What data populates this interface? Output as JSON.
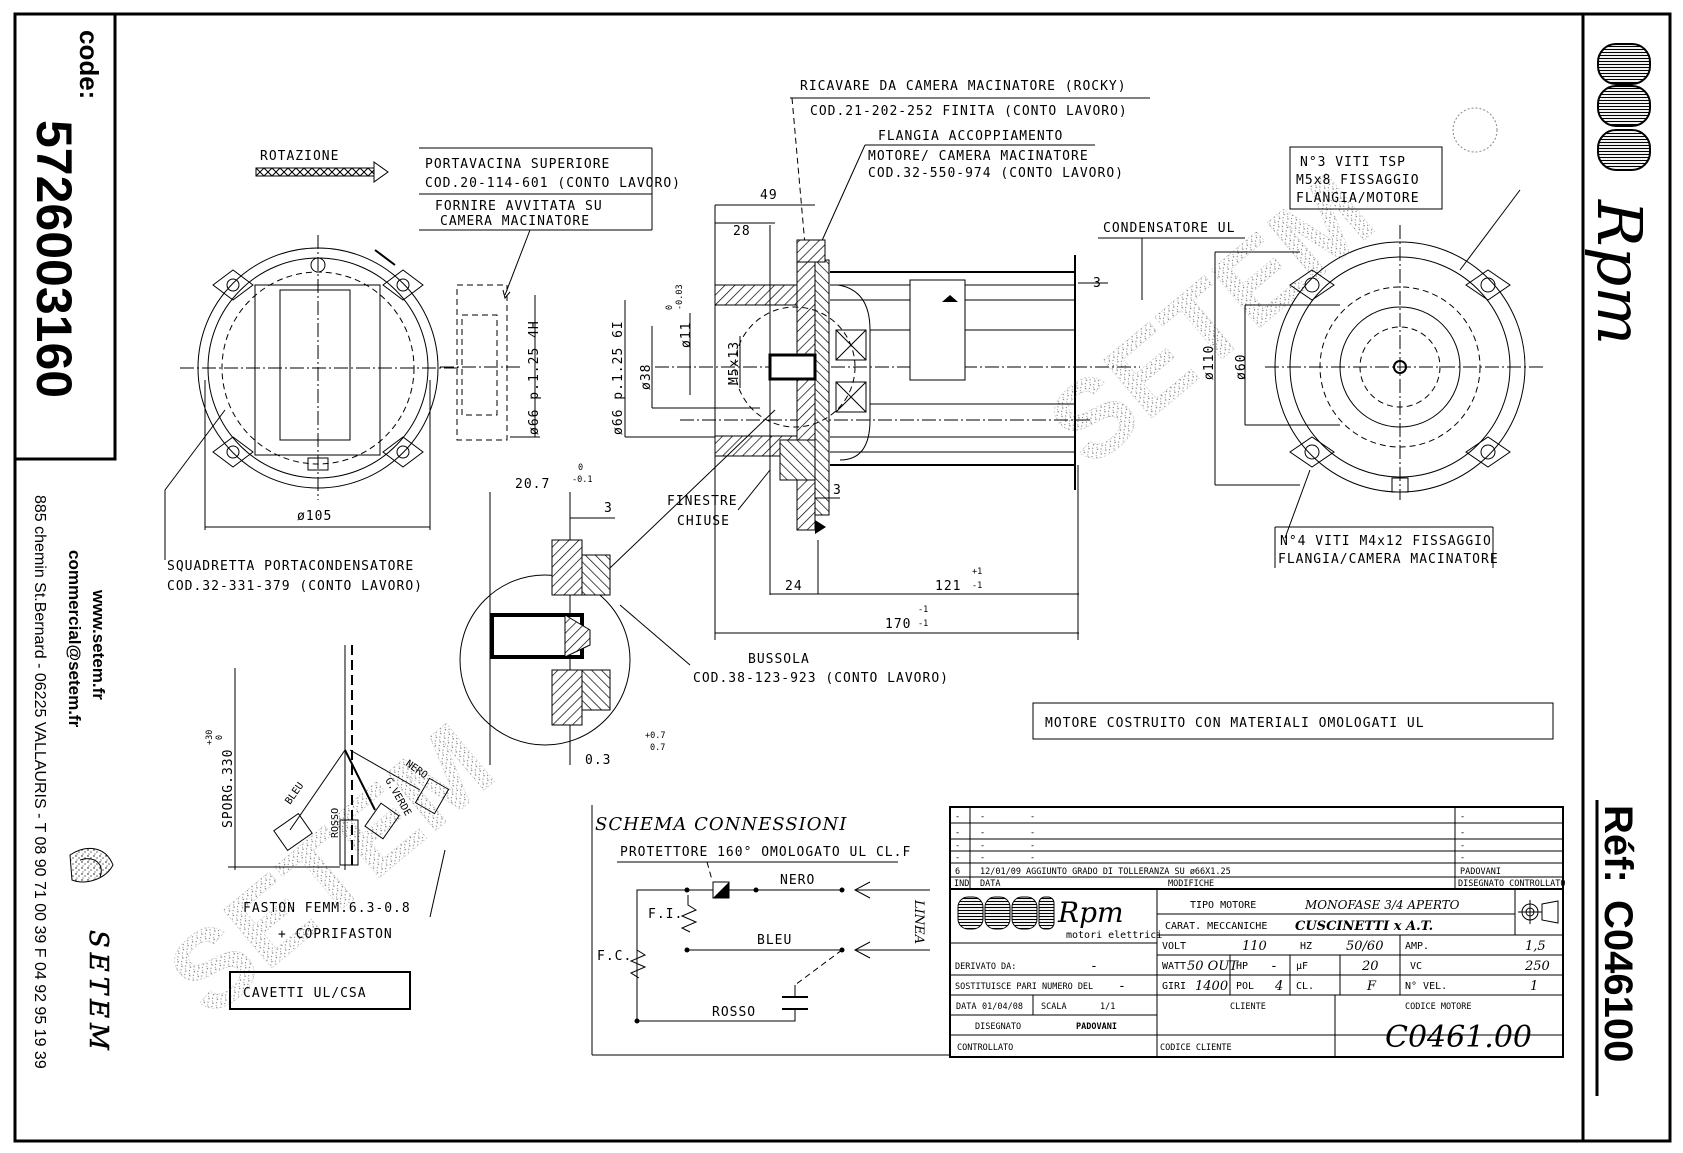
{
  "left_strip": {
    "code_label": "code:",
    "code_value": "5726003160",
    "website": "www.setem.fr",
    "email": "commercial@setem.fr",
    "address": "885 chemin St.Bernard  -  06225 VALLAURIS  -  T 08 90 71 00 39   F 04 92 95 19 39",
    "brand": "SETEM"
  },
  "right_strip": {
    "brand_logo": "Rpm",
    "ref_label": "Réf:",
    "ref_value": "C046100"
  },
  "annotations": {
    "rotation": "ROTAZIONE",
    "portavacina_1": "PORTAVACINA SUPERIORE",
    "portavacina_2": "COD.20-114-601 (CONTO LAVORO)",
    "portavacina_3": "FORNIRE AVVITATA SU",
    "portavacina_4": "CAMERA MACINATORE",
    "ricavare_1": "RICAVARE DA CAMERA MACINATORE (ROCKY)",
    "ricavare_2": "COD.21-202-252 FINITA (CONTO LAVORO)",
    "flangia_1": "FLANGIA ACCOPPIAMENTO",
    "flangia_2": "MOTORE/ CAMERA MACINATORE",
    "flangia_3": "COD.32-550-974 (CONTO LAVORO)",
    "condensatore": "CONDENSATORE UL",
    "viti3_1": "N°3 VITI TSP",
    "viti3_2": "M5x8 FISSAGGIO",
    "viti3_3": "FLANGIA/MOTORE",
    "viti4_1": "N°4 VITI M4x12 FISSAGGIO",
    "viti4_2": "FLANGIA/CAMERA MACINATORE",
    "squadretta_1": "SQUADRETTA PORTACONDENSATORE",
    "squadretta_2": "COD.32-331-379 (CONTO LAVORO)",
    "finestre_1": "FINESTRE",
    "finestre_2": "CHIUSE",
    "bussola_1": "BUSSOLA",
    "bussola_2": "COD.38-123-923 (CONTO LAVORO)",
    "materials_note": "MOTORE COSTRUITO CON MATERIALI OMOLOGATI UL",
    "faston_1": "FASTON FEMM.6.3-0.8",
    "faston_2": "+ COPRIFASTON",
    "cavetti": "CAVETTI UL/CSA",
    "sporg": "SPORG.330",
    "sporg_tol_plus": "+30",
    "sporg_tol_minus": "0"
  },
  "dimensions": {
    "d105": "ø105",
    "d66_thread_a": "ø66 p.1.25 4H",
    "d66_thread_b": "ø66 p.1.25 6I",
    "d38": "ø38",
    "d11": "ø11",
    "d11_tol_plus": "0",
    "d11_tol_minus": "-0.03",
    "m5x13": "M5x13",
    "d110": "ø110",
    "d60": "ø60",
    "d49": "49",
    "d28": "28",
    "d3a": "3",
    "d3b": "3",
    "d3c": "3",
    "d24": "24",
    "d121": "121",
    "d121_tol_plus": "+1",
    "d121_tol_minus": "-1",
    "d170": "170",
    "d170_tol_plus": "-1",
    "d170_tol_minus": "-1",
    "d20_7": "20.7",
    "d20_7_tol_plus": "0",
    "d20_7_tol_minus": "-0.1",
    "d0_3": "0.3",
    "d0_3_tol_plus": "+0.7",
    "d0_3_tol_minus": "0.7",
    "wire_labels": [
      "BLEU",
      "ROSSO",
      "G.VERDE",
      "NERO"
    ]
  },
  "schema": {
    "title": "SCHEMA CONNESSIONI",
    "protector": "PROTETTORE 160° OMOLOGATO UL CL.F",
    "wire_nero": "NERO",
    "wire_bleu": "BLEU",
    "wire_rosso": "ROSSO",
    "fi": "F.I.",
    "fc": "F.C.",
    "linea": "LINEA"
  },
  "title_block": {
    "revisions": [
      {
        "ind": "-",
        "data": "-",
        "modifiche": "-",
        "disegnato": "-"
      },
      {
        "ind": "-",
        "data": "-",
        "modifiche": "-",
        "disegnato": "-"
      },
      {
        "ind": "-",
        "data": "-",
        "modifiche": "-",
        "disegnato": "-"
      },
      {
        "ind": "-",
        "data": "-",
        "modifiche": "-",
        "disegnato": "-"
      },
      {
        "ind": "6",
        "data": "12/01/09",
        "modifiche": "AGGIUNTO GRADO DI TOLLERANZA SU ø66X1.25",
        "disegnato": "PADOVANI"
      }
    ],
    "headers": {
      "ind": "IND",
      "data": "DATA",
      "modifiche": "MODIFICHE",
      "disegnato_controllato": "DISEGNATO CONTROLLATO"
    },
    "logo_text": "Rpm",
    "logo_sub": "motori elettrici",
    "tipo_motore_label": "TIPO MOTORE",
    "tipo_motore_value": "MONOFASE 3/4 APERTO",
    "carat_label": "CARAT. MECCANICHE",
    "carat_value": "CUSCINETTI x A.T.",
    "volt_label": "VOLT",
    "volt_value": "110",
    "hz_label": "HZ",
    "hz_value": "50/60",
    "amp_label": "AMP.",
    "amp_value": "1,5",
    "watt_label": "WATT",
    "watt_value": "50 OUT",
    "hp_label": "HP",
    "hp_value": "-",
    "uf_label": "µF",
    "uf_value": "20",
    "vc_label": "VC",
    "vc_value": "250",
    "giri_label": "GIRI",
    "giri_value": "1400",
    "pol_label": "POL",
    "pol_value": "4",
    "cl_label": "CL.",
    "cl_value": "F",
    "vel_label": "N° VEL.",
    "vel_value": "1",
    "derivato_label": "DERIVATO DA:",
    "derivato_value": "-",
    "sostituisce_label": "SOSTITUISCE PARI NUMERO DEL",
    "sostituisce_value": "-",
    "data_label": "DATA",
    "data_value": "01/04/08",
    "scala_label": "SCALA",
    "scala_value": "1/1",
    "disegnato_label": "DISEGNATO",
    "disegnato_value": "PADOVANI",
    "controllato_label": "CONTROLLATO",
    "cliente_label": "CLIENTE",
    "codice_cliente_label": "CODICE CLIENTE",
    "codice_motore_label": "CODICE MOTORE",
    "codice_motore_value": "C0461.00"
  },
  "watermark": "SETEM"
}
